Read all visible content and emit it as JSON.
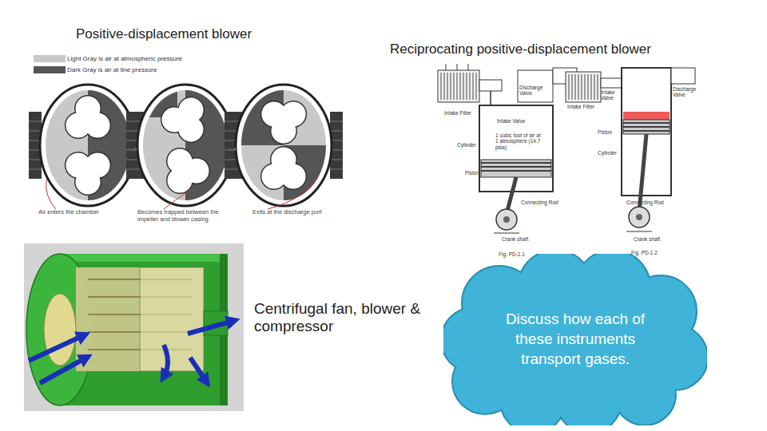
{
  "diagram": {
    "nodes": [
      {
        "text": [
          "Discuss how each of these instruments transport gases."
        ]
      }
    ],
    "labels": [
      "Positive-displacement blower",
      "Reciprocating positive-displacement blower",
      "Air enters the chamber",
      "Becomes trapped between the impeller and blower casing",
      "Exits at the discharge port",
      "Intake Filter",
      "Discharge Valve",
      "Intake Valve",
      "1 cubic foot of air at 1 atmosphere (14.7 psia)",
      "Cylinder",
      "Piston",
      "Connecting Rod",
      "Crank shaft",
      "Fig. PD-1.1",
      "Intake Filter",
      "Intake Valve",
      "Discharge Valve",
      "Piston",
      "Cylinder",
      "Connecting Rod",
      "Crank shaft",
      "Fig. PD-1.2",
      "Centrifugal fan, blower & compressor"
    ],
    "legend": [
      {
        "text": "Light Gray is air at atmospheric pressure",
        "color": "#c8c8c8"
      },
      {
        "text": "Dark Gray is air at line pressure",
        "color": "#555555"
      }
    ]
  }
}
